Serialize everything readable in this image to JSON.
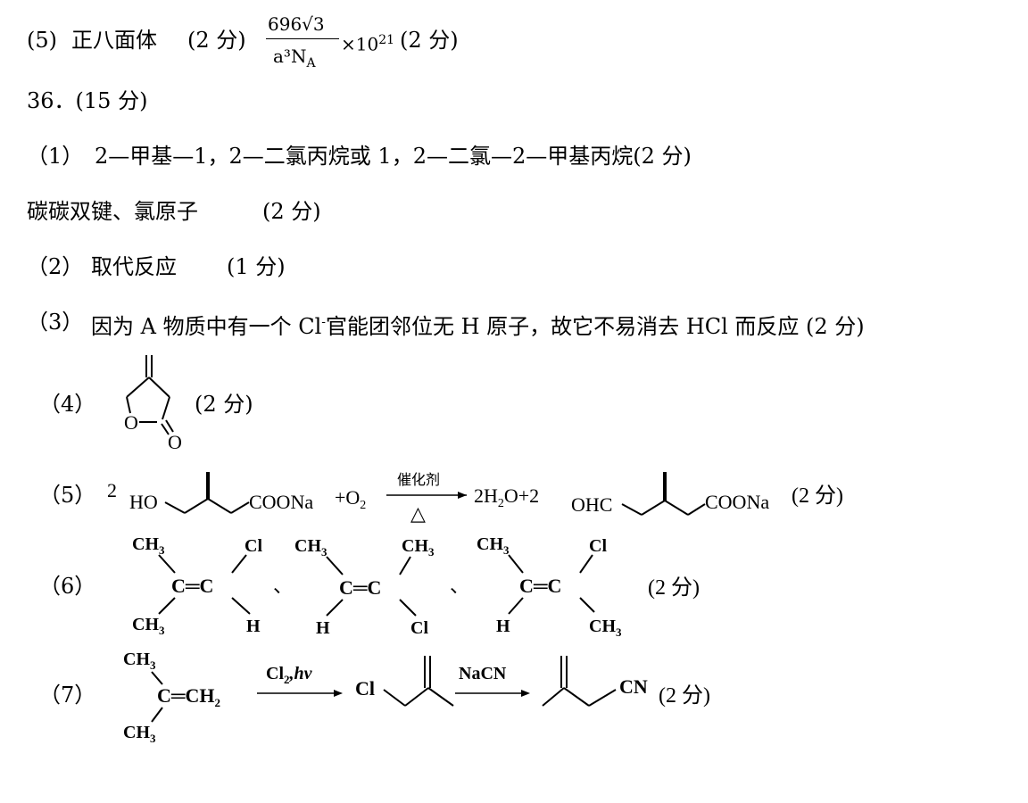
{
  "q35_5": {
    "label": "(5)",
    "text1": "正八面体",
    "score1": "(2 分)",
    "numerator": "696√3",
    "denominator": "a³N",
    "denominator_sub": "A",
    "mult": "×10",
    "exp": "21",
    "score2": "(2 分)"
  },
  "q36_header": "36．(15 分)",
  "p1": {
    "label": "（1）",
    "text": "2—甲基—1，2—二氯丙烷或 1，2—二氯—2—甲基丙烷(2 分)"
  },
  "p1b": {
    "text": "碳碳双键、氯原子",
    "score": "(2 分)"
  },
  "p2": {
    "label": "（2）",
    "text": "取代反应",
    "score": "(1 分)"
  },
  "p3": {
    "label": "（3）",
    "text_a": "因为 A 物质中有一个 Cl",
    "sup": "-",
    "text_b": "官能团邻位无 H 原子，故它不易消去 HCl 而反应 (2 分)"
  },
  "p4": {
    "label": "（4）",
    "score": "(2 分)",
    "ring_o": "O",
    "carbonyl_o": "O"
  },
  "p5": {
    "label": "（5）",
    "coef1": "2",
    "ho": "HO",
    "coona1": "COONa",
    "plus_o2": "+O",
    "o2_sub": "2",
    "catalyst": "催化剂",
    "heat": "△",
    "product_a": "2H",
    "h2o_sub": "2",
    "product_b": "O+2",
    "ohc": "OHC",
    "coona2": "COONa",
    "score": "(2 分)"
  },
  "p6": {
    "label": "（6）",
    "sep": "、",
    "score": "(2 分)",
    "ch3": "CH",
    "ch3_sub": "3",
    "cl": "Cl",
    "h": "H",
    "ceqc": "C═C"
  },
  "p7": {
    "label": "（7）",
    "ch3": "CH",
    "ch3_sub": "3",
    "ceqch2": "C═CH",
    "ch2_sub": "2",
    "cond1": "Cl",
    "cond1_sub": "2",
    "cond1_b": ",hv",
    "cl": "Cl",
    "cond2": "NaCN",
    "cn": "CN",
    "score": "(2 分)"
  }
}
